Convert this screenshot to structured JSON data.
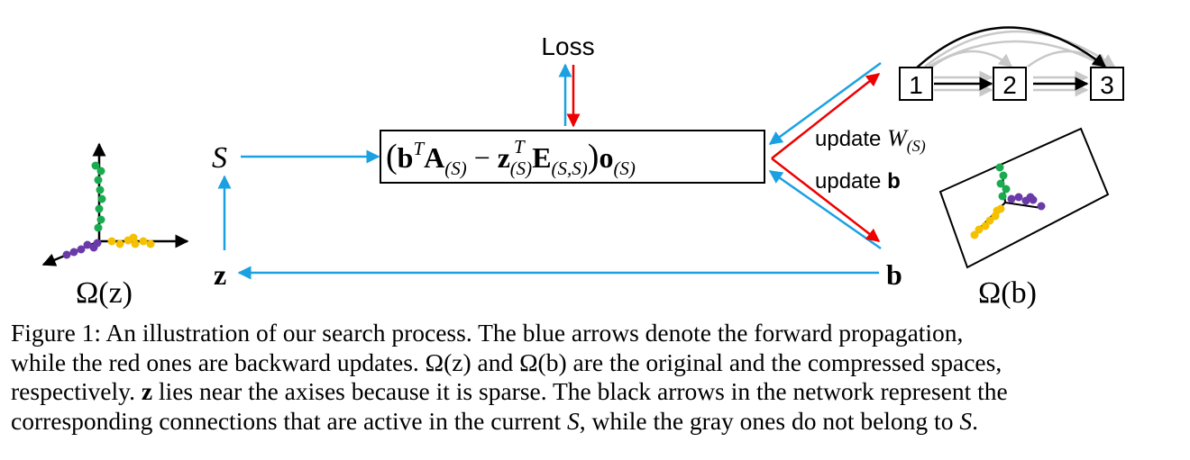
{
  "diagram": {
    "loss_label": "Loss",
    "s_label": "S",
    "z_label": "z",
    "b_label": "b",
    "omega_z_label": "Ω(z)",
    "omega_b_label": "Ω(b)",
    "formula": {
      "open": "(",
      "b": "b",
      "b_sup": "T",
      "A": "A",
      "A_sub": "(S)",
      "minus": " − ",
      "z": "z",
      "z_sup": "T",
      "z_sub": "(S)",
      "E": "E",
      "E_sub": "(S,S)",
      "close": ")",
      "o": "o",
      "o_sub": "(S)"
    },
    "update_w": {
      "prefix": "update ",
      "W": "W",
      "sub": "(S)"
    },
    "update_b": {
      "prefix": "update ",
      "b": "b"
    },
    "network_nodes": [
      "1",
      "2",
      "3"
    ],
    "colors": {
      "forward": "#1ba1e2",
      "backward": "#ee0000",
      "active": "#000000",
      "inactive": "#c8c8c8",
      "green": "#1aaa50",
      "purple": "#6a3aa8",
      "yellow": "#f4c000"
    }
  },
  "caption": {
    "line1": "Figure 1: An illustration of our search process. The blue arrows denote the forward propagation,",
    "line2_a": "while the red ones are backward updates. ",
    "line2_omega_z": "Ω(z)",
    "line2_b": " and ",
    "line2_omega_b": "Ω(b)",
    "line2_c": " are the original and the compressed spaces,",
    "line3_a": "respectively. ",
    "line3_z": "z",
    "line3_b": " lies near the axises because it is sparse. The black arrows in the network represent the",
    "line4_a": "corresponding connections that are active in the current ",
    "line4_s1": "S",
    "line4_b": ", while the gray ones do not belong to ",
    "line4_s2": "S",
    "line4_c": "."
  }
}
